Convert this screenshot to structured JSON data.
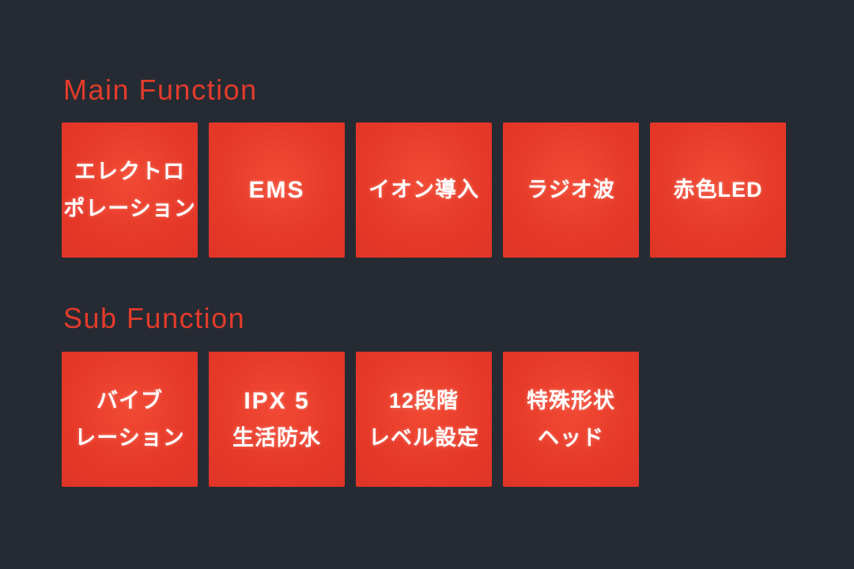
{
  "page": {
    "background_color": "#262b33",
    "accent_red": "#e23b2b",
    "tile_red": "#e63929",
    "tile_text_color": "#ffffff"
  },
  "sections": [
    {
      "title": "Main Function",
      "tiles": [
        {
          "lines": [
            "エレクトロ",
            "ポレーション"
          ]
        },
        {
          "lines": [
            "EMS"
          ]
        },
        {
          "lines": [
            "イオン導入"
          ]
        },
        {
          "lines": [
            "ラジオ波"
          ]
        },
        {
          "lines": [
            "赤色LED"
          ]
        }
      ]
    },
    {
      "title": "Sub Function",
      "tiles": [
        {
          "lines": [
            "バイブ",
            "レーション"
          ]
        },
        {
          "lines": [
            "IPX 5",
            "生活防水"
          ]
        },
        {
          "lines": [
            "12段階",
            "レベル設定"
          ]
        },
        {
          "lines": [
            "特殊形状",
            "ヘッド"
          ]
        }
      ]
    }
  ]
}
